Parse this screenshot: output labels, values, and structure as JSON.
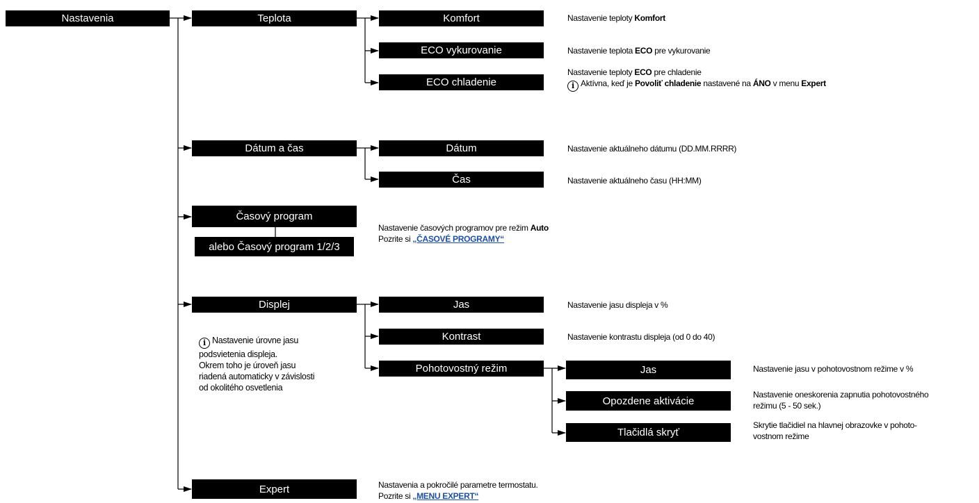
{
  "nodes": {
    "nastavenia": "Nastavenia",
    "teplota": "Teplota",
    "komfort": "Komfort",
    "eco_vykurovanie": "ECO vykurovanie",
    "eco_chladenie": "ECO chladenie",
    "datum_a_cas": "Dátum a čas",
    "datum": "Dátum",
    "cas": "Čas",
    "casovy_program": "Časový program",
    "casovy_program_alt": "alebo Časový program 1/2/3",
    "displej": "Displej",
    "jas": "Jas",
    "kontrast": "Kontrast",
    "pohotovostny_rezim": "Pohotovostný režim",
    "pr_jas": "Jas",
    "opozdene_aktivacie": "Opozdene aktivácie",
    "tlacidla_skryt": "Tlačidlá skryť",
    "expert": "Expert"
  },
  "descriptions": {
    "komfort": {
      "text": "Nastavenie teploty ",
      "bold": "Komfort"
    },
    "eco_vykurovanie": {
      "t1": "Nastavenie teplota ",
      "b1": "ECO",
      "t2": " pre vykurovanie"
    },
    "eco_chladenie": {
      "t1": "Nastavenie teploty ",
      "b1": "ECO",
      "t2": " pre chladenie",
      "note_t1": "Aktívna, keď je ",
      "note_b1": "Povoliť chladenie",
      "note_t2": " nastavené na ",
      "note_b2": "ÁNO",
      "note_t3": " v menu ",
      "note_b3": "Expert"
    },
    "datum": "Nastavenie aktuálneho dátumu (DD.MM.RRRR)",
    "cas": "Nastavenie aktuálneho času (HH:MM)",
    "casovy_program": {
      "t1": "Nastavenie časových programov pre režim ",
      "b1": "Auto",
      "ref_text": "Pozrite si ",
      "ref_link": "„ČASOVÉ PROGRAMY“"
    },
    "displej_note": [
      "Nastavenie úrovne jasu",
      "podsvietenia displeja.",
      "Okrem toho je úroveň jasu",
      "riadená automaticky v závislosti",
      "od okolitého osvetlenia"
    ],
    "jas": "Nastavenie jasu displeja v %",
    "kontrast": "Nastavenie kontrastu displeja (od 0 do 40)",
    "pr_jas": "Nastavenie jasu v pohotovostnom režime v %",
    "opozdene_aktivacie": [
      "Nastavenie oneskorenia zapnutia pohotovostného",
      "režimu (5 - 50 sek.)"
    ],
    "tlacidla_skryt": [
      "Skrytie tlačidiel na hlavnej obrazovke v pohoto-",
      "vostnom režime"
    ],
    "expert": {
      "line1": "Nastavenia a pokročilé parametre termostatu.",
      "ref_text": "Pozrite si ",
      "ref_link": "„MENU EXPERT“"
    }
  },
  "info_icon": "i",
  "colors": {
    "box": "#000000",
    "box_text": "#ffffff",
    "link": "#1f4fa0",
    "line": "#000000"
  }
}
